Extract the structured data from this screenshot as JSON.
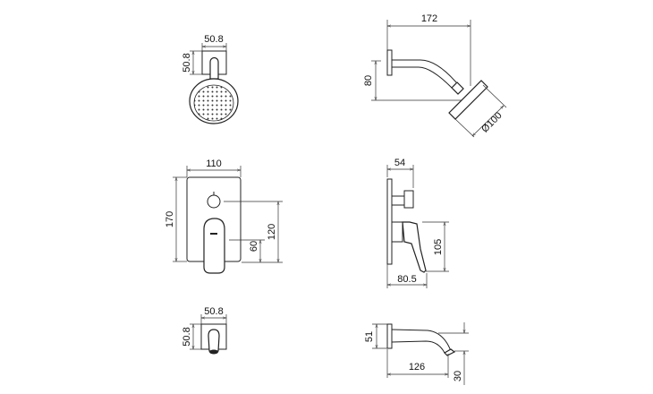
{
  "shower_head_front": {
    "width": "50.8",
    "height": "50.8"
  },
  "shower_head_side": {
    "length": "172",
    "drop": "80",
    "diameter": "Ø100"
  },
  "valve_front": {
    "width": "110",
    "height": "170",
    "knob_height": "120",
    "handle_height": "60"
  },
  "valve_side": {
    "knob_depth": "54",
    "handle_depth": "80.5",
    "handle_length": "105"
  },
  "spout_front": {
    "width": "50.8",
    "height": "50.8"
  },
  "spout_side": {
    "length": "126",
    "height": "51",
    "outlet_drop": "30"
  }
}
